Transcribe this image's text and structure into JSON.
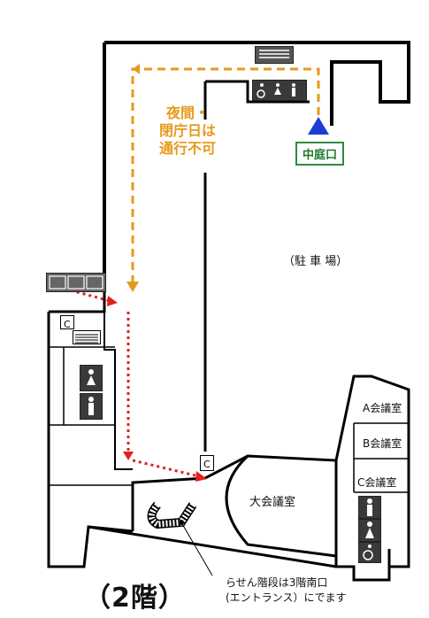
{
  "floor_title": "（2階）",
  "parking_label": "（駐 車 場）",
  "night_notice": [
    "夜間・",
    "閉庁日は",
    "通行不可"
  ],
  "entrance_label": "中庭口",
  "rooms": {
    "room_a": "A会議室",
    "room_b": "B会議室",
    "room_c": "C会議室",
    "main_hall": "大会議室"
  },
  "spiral_note": [
    "らせん階段は3階南口",
    "(エントランス）にでます"
  ],
  "colors": {
    "wall": "#000000",
    "route_day": "#e59a1c",
    "route_red": "#e02020",
    "entrance_marker": "#1a3fd0",
    "entrance_border": "#2e8b3e"
  },
  "icons": {
    "elevator": "elevator-icon",
    "stairs": "stairs-icon",
    "phone": "phone-icon",
    "accessible": "wheelchair-icon",
    "restroom_female": "female-restroom-icon",
    "restroom_male": "male-restroom-icon"
  }
}
